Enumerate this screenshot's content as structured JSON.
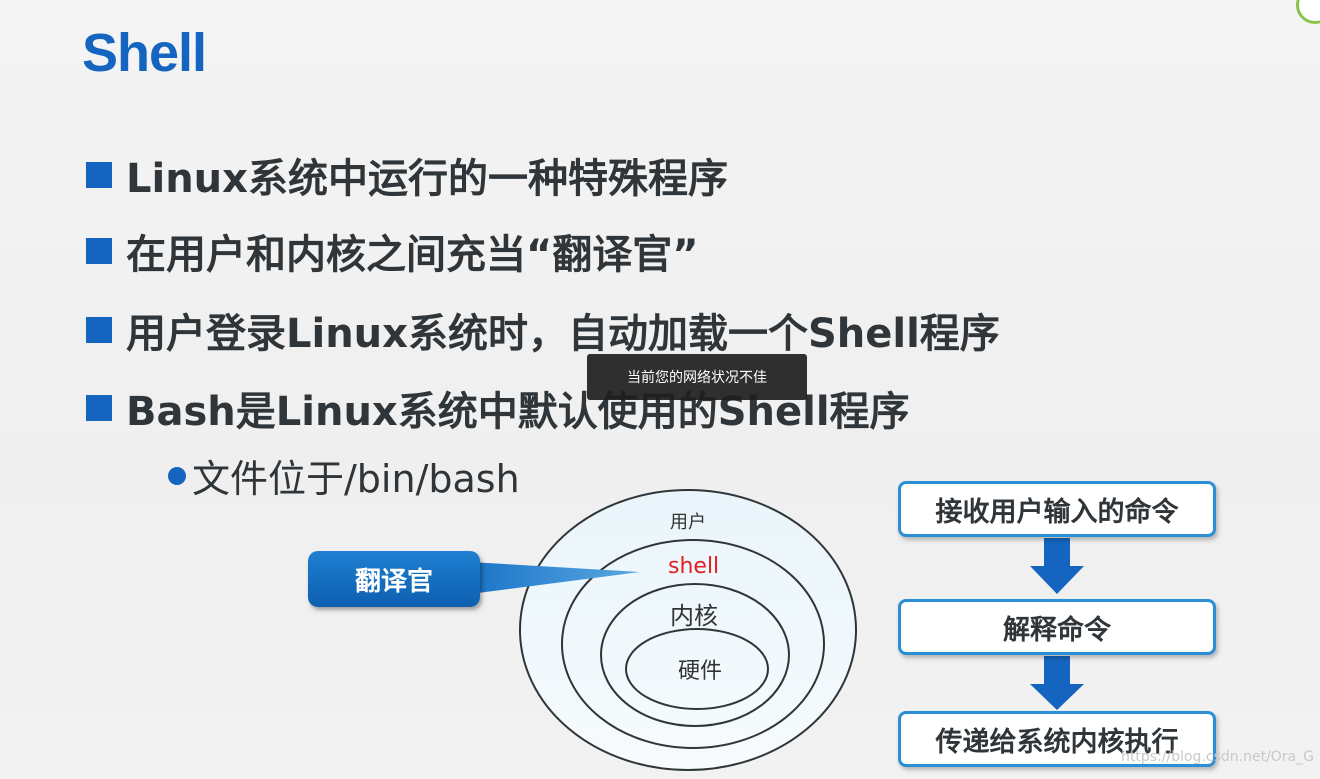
{
  "slide": {
    "title": "Shell",
    "bullets": [
      "Linux系统中运行的一种特殊程序",
      "在用户和内核之间充当“翻译官”",
      "用户登录Linux系统时，自动加载一个Shell程序",
      "Bash是Linux系统中默认使用的Shell程序"
    ],
    "sub_bullet": "文件位于/bin/bash"
  },
  "toast": {
    "text": "当前您的网络状况不佳"
  },
  "diagram": {
    "callout_label": "翻译官",
    "rings": {
      "user": "用户",
      "shell": "shell",
      "kernel": "内核",
      "hardware": "硬件"
    },
    "flow": [
      "接收用户输入的命令",
      "解释命令",
      "传递给系统内核执行"
    ]
  },
  "watermark": "https://blog.csdn.net/Ora_G",
  "colors": {
    "accent": "#1565c0",
    "shell_text": "#e02020",
    "flow_border": "#2b8fd6",
    "arrow": "#1565c0"
  }
}
